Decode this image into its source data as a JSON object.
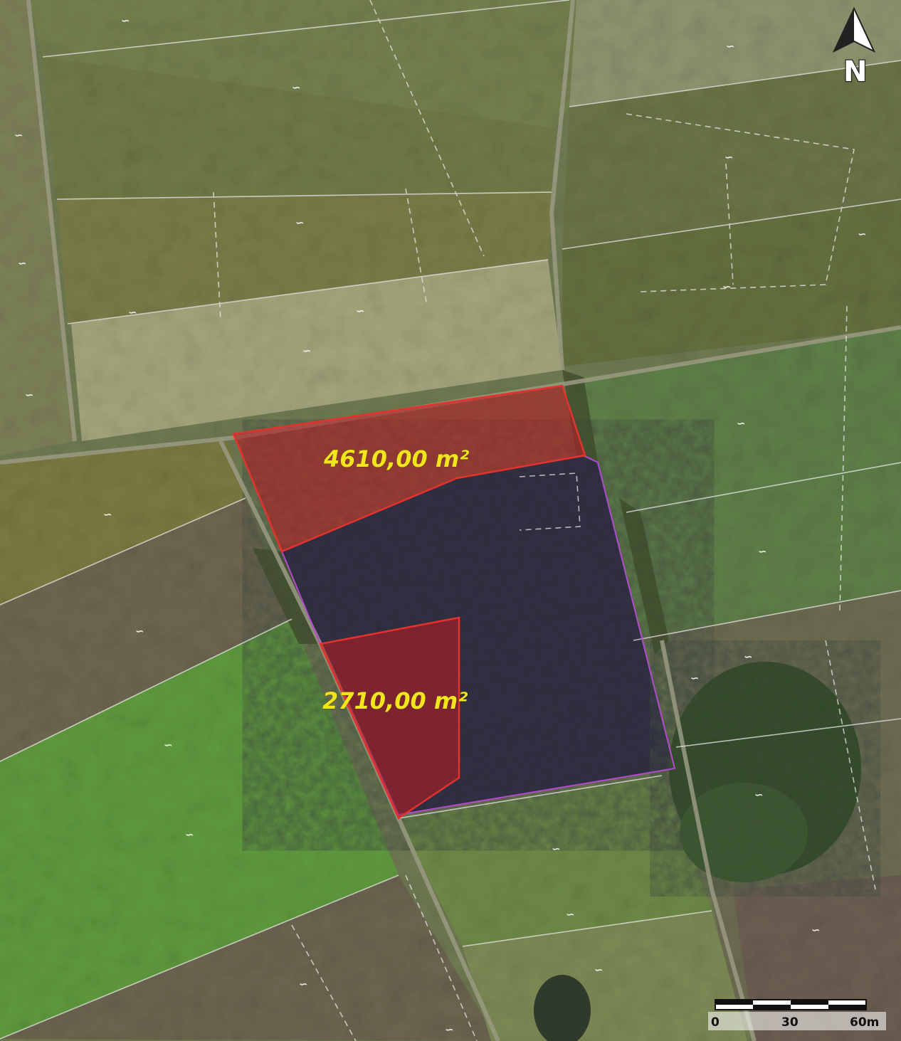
{
  "map": {
    "north_arrow": {
      "letter": "N"
    },
    "parcels": [
      {
        "id": "north-parcel",
        "area_label": "4610,00 m²",
        "outline_color": "#e5322d",
        "fill_color": "#b31c24"
      },
      {
        "id": "south-parcel",
        "area_label": "2710,00 m²",
        "outline_color": "#e5322d",
        "fill_color": "#b31c24"
      }
    ],
    "forest_outline_color": "#b34bd1",
    "scale_bar": {
      "labels": [
        "0",
        "30",
        "60m"
      ]
    }
  }
}
